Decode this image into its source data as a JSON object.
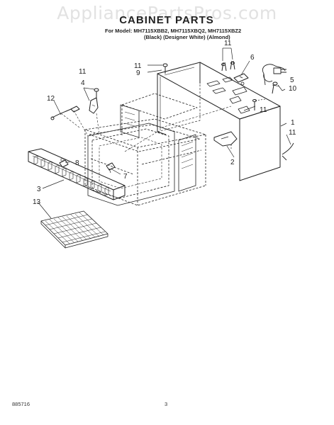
{
  "watermark": "AppliancePartsPros.com",
  "header": {
    "title": "CABINET PARTS",
    "models": "For Model: MH7115XBB2, MH7115XBQ2, MH7115XBZ2",
    "variants": "(Black) (Designer White) (Almond)"
  },
  "callouts": [
    "11",
    "9",
    "6",
    "5",
    "10",
    "11",
    "4",
    "12",
    "1",
    "11",
    "2",
    "8",
    "7",
    "3",
    "13"
  ],
  "footer": {
    "doc_number": "885716",
    "page_number": "3"
  },
  "colors": {
    "ink": "#222222",
    "watermark": "#e2e2e2",
    "paper": "#ffffff"
  }
}
